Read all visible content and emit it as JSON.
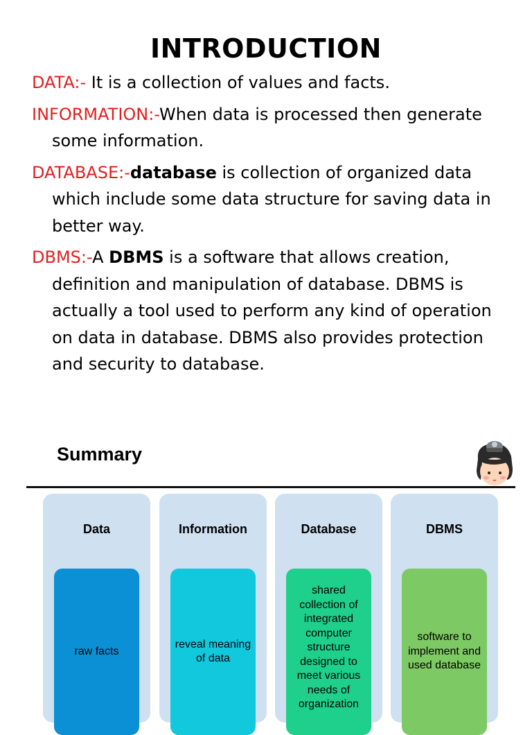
{
  "title": "INTRODUCTION",
  "definitions": [
    {
      "term": "DATA:-",
      "text": " It is a collection of values and facts."
    },
    {
      "term": "INFORMATION:-",
      "text": "When data is processed then generate some information."
    },
    {
      "term": "DATABASE:-",
      "bold": "database",
      "text": " is collection of organized data which include some data structure for saving data in better way."
    },
    {
      "term": "DBMS:-",
      "pre": "A ",
      "bold": "DBMS",
      "text": " is a software that allows creation, definition and manipulation of database. DBMS is actually a tool used to perform any kind of operation on data in database. DBMS also provides protection and security to database."
    }
  ],
  "summary": {
    "title": "Summary",
    "columns": [
      {
        "heading": "Data",
        "body": "raw facts",
        "color": "#0b90d6"
      },
      {
        "heading": "Information",
        "body": "reveal meaning of data",
        "color": "#12c8dd"
      },
      {
        "heading": "Database",
        "body": "shared collection of integrated computer structure designed to meet various needs of organization",
        "color": "#1ed08c"
      },
      {
        "heading": "DBMS",
        "body": "software to implement and used database",
        "color": "#7dc963"
      }
    ]
  },
  "colors": {
    "term": "#e41e1e",
    "panel": "#cfe0f0"
  },
  "icons": {
    "mascot": "cartoon-character-icon"
  }
}
